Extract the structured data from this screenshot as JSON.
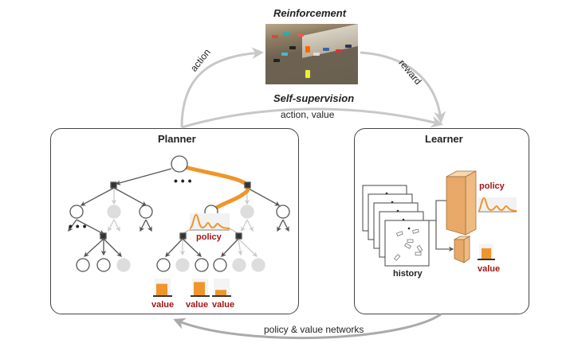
{
  "environment": {
    "title": "Reinforcement",
    "subtitle": "Self-supervision",
    "image": "driving-scene-with-cars"
  },
  "arrows": {
    "planner_to_env": "action",
    "env_to_learner": "reward",
    "planner_to_learner": "action, value",
    "learner_to_planner": "policy & value networks"
  },
  "planner": {
    "title": "Planner",
    "ellipsis": "...",
    "policy_label": "policy",
    "value_labels": [
      "value",
      "value",
      "value"
    ],
    "value_levels": [
      0.7,
      0.8,
      0.35
    ]
  },
  "learner": {
    "title": "Learner",
    "history_label": "history",
    "policy_label": "policy",
    "value_label": "value",
    "value_level": 0.7
  },
  "colors": {
    "accent_orange": "#f0952a",
    "label_red": "#a31515",
    "arrow_gray": "#c8c8c8",
    "node_dark": "#444444",
    "node_faded": "#d8d8d8",
    "block_fill": "#f5c898"
  }
}
